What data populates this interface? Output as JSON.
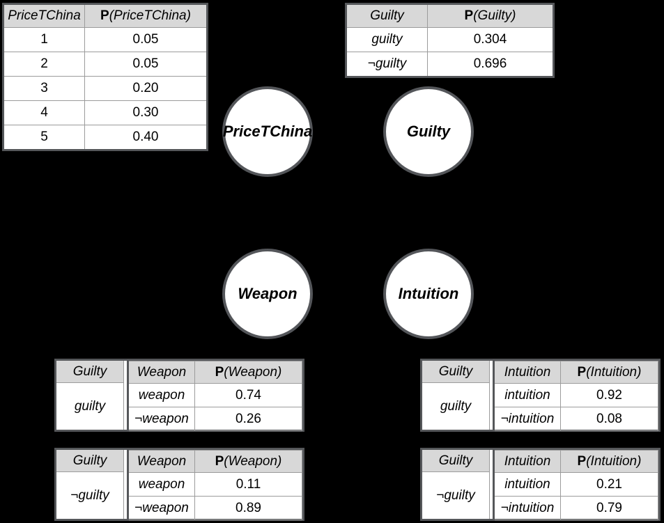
{
  "colors": {
    "background": "#000000",
    "table_border": "#55575a",
    "grid_line": "#9b9b9b",
    "header_fill": "#d8d8d8",
    "cell_fill": "#ffffff",
    "node_border": "#54565a"
  },
  "nodes": {
    "price": {
      "label": "PriceTChina"
    },
    "guilty": {
      "label": "Guilty"
    },
    "weapon": {
      "label": "Weapon"
    },
    "intuition": {
      "label": "Intuition"
    }
  },
  "price_prior": {
    "var_header": "PriceTChina",
    "p": "P",
    "p_arg": "(PriceTChina)",
    "rows": [
      [
        "1",
        "0.05"
      ],
      [
        "2",
        "0.05"
      ],
      [
        "3",
        "0.20"
      ],
      [
        "4",
        "0.30"
      ],
      [
        "5",
        "0.40"
      ]
    ]
  },
  "guilty_prior": {
    "var_header": "Guilty",
    "p": "P",
    "p_arg": "(Guilty)",
    "rows": [
      [
        "guilty",
        "0.304"
      ],
      [
        "¬guilty",
        "0.696"
      ]
    ]
  },
  "weapon_given_guilty": {
    "cond_header": "Guilty",
    "cond_value": "guilty",
    "var_header": "Weapon",
    "p": "P",
    "p_arg": "(Weapon)",
    "rows": [
      [
        "weapon",
        "0.74"
      ],
      [
        "¬weapon",
        "0.26"
      ]
    ]
  },
  "weapon_given_notguilty": {
    "cond_header": "Guilty",
    "cond_value": "¬guilty",
    "var_header": "Weapon",
    "p": "P",
    "p_arg": "(Weapon)",
    "rows": [
      [
        "weapon",
        "0.11"
      ],
      [
        "¬weapon",
        "0.89"
      ]
    ]
  },
  "intuition_given_guilty": {
    "cond_header": "Guilty",
    "cond_value": "guilty",
    "var_header": "Intuition",
    "p": "P",
    "p_arg": "(Intuition)",
    "rows": [
      [
        "intuition",
        "0.92"
      ],
      [
        "¬intuition",
        "0.08"
      ]
    ]
  },
  "intuition_given_notguilty": {
    "cond_header": "Guilty",
    "cond_value": "¬guilty",
    "var_header": "Intuition",
    "p": "P",
    "p_arg": "(Intuition)",
    "rows": [
      [
        "intuition",
        "0.21"
      ],
      [
        "¬intuition",
        "0.79"
      ]
    ]
  }
}
